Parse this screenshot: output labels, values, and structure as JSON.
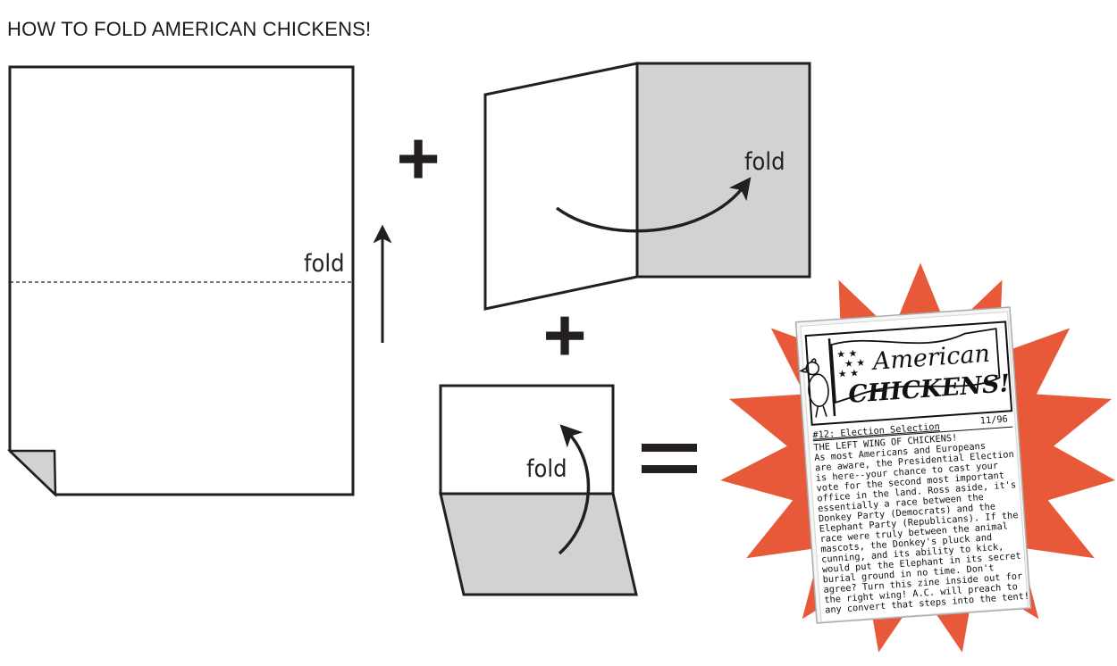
{
  "title": "HOW TO FOLD AMERICAN CHICKENS!",
  "steps": {
    "step1_label": "fold",
    "step2_label": "fold",
    "step3_label": "fold",
    "plus": "+",
    "equals": "="
  },
  "colors": {
    "fold_gray": "#d1d2d4",
    "burst": "#e8593a",
    "ink": "#231f20"
  },
  "zine": {
    "masthead_line1": "American",
    "masthead_line2": "CHICKENS!",
    "issue": "#12: Election Selection",
    "date": "11/96",
    "lines": [
      "THE LEFT WING OF CHICKENS!",
      "As most Americans and Europeans",
      "are aware, the Presidential Election",
      "is here--your chance to cast your",
      "vote for the second most important",
      "office in the land.  Ross aside, it's",
      "essentially a race between the",
      "Donkey Party (Democrats) and the",
      "Elephant Party (Republicans).  If the",
      "race were truly between the animal",
      "mascots, the Donkey's pluck and",
      "cunning, and its ability to kick,",
      "would put the Elephant in its secret",
      "burial ground in no time.  Don't",
      "agree?  Turn this zine inside out for",
      "the right wing!  A.C. will preach to",
      "any convert that steps into the tent!"
    ]
  }
}
